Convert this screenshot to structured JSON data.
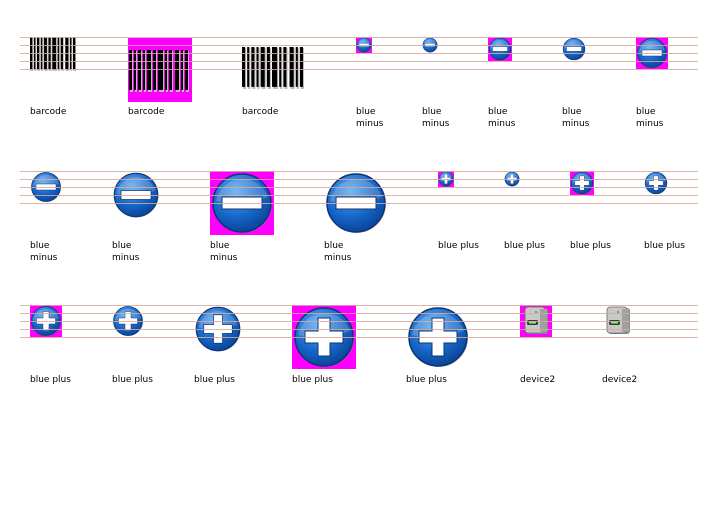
{
  "items": [
    {
      "label": "barcode",
      "icon": "barcode-icon",
      "magenta": false
    },
    {
      "label": "barcode",
      "icon": "barcode-icon",
      "magenta": true
    },
    {
      "label": "barcode",
      "icon": "barcode-icon",
      "magenta": false
    },
    {
      "label": "blue\nminus",
      "icon": "blue-minus-icon",
      "magenta": true
    },
    {
      "label": "blue\nminus",
      "icon": "blue-minus-icon",
      "magenta": false
    },
    {
      "label": "blue\nminus",
      "icon": "blue-minus-icon",
      "magenta": true
    },
    {
      "label": "blue\nminus",
      "icon": "blue-minus-icon",
      "magenta": false
    },
    {
      "label": "blue\nminus",
      "icon": "blue-minus-icon",
      "magenta": true
    },
    {
      "label": "blue\nminus",
      "icon": "blue-minus-icon",
      "magenta": false
    },
    {
      "label": "blue\nminus",
      "icon": "blue-minus-icon",
      "magenta": false
    },
    {
      "label": "blue\nminus",
      "icon": "blue-minus-icon",
      "magenta": true
    },
    {
      "label": "blue\nminus",
      "icon": "blue-minus-icon",
      "magenta": false
    },
    {
      "label": "blue plus",
      "icon": "blue-plus-icon",
      "magenta": true
    },
    {
      "label": "blue plus",
      "icon": "blue-plus-icon",
      "magenta": false
    },
    {
      "label": "blue plus",
      "icon": "blue-plus-icon",
      "magenta": true
    },
    {
      "label": "blue plus",
      "icon": "blue-plus-icon",
      "magenta": false
    },
    {
      "label": "blue plus",
      "icon": "blue-plus-icon",
      "magenta": true
    },
    {
      "label": "blue plus",
      "icon": "blue-plus-icon",
      "magenta": false
    },
    {
      "label": "blue plus",
      "icon": "blue-plus-icon",
      "magenta": false
    },
    {
      "label": "blue plus",
      "icon": "blue-plus-icon",
      "magenta": true
    },
    {
      "label": "blue plus",
      "icon": "blue-plus-icon",
      "magenta": false
    },
    {
      "label": "device2",
      "icon": "device-icon",
      "magenta": true
    },
    {
      "label": "device2",
      "icon": "device-icon",
      "magenta": false
    }
  ],
  "colors": {
    "magenta": "#ff00ff",
    "blue": "#1565c8",
    "guide_line": "#d8a89c"
  }
}
